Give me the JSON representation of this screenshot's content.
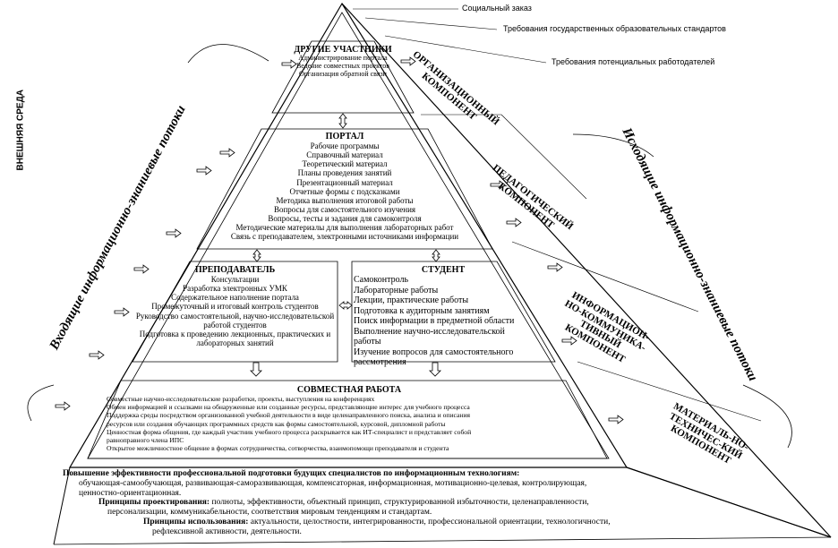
{
  "callouts": {
    "social": "Социальный заказ",
    "state": "Требования государственных образовательных стандартов",
    "employers": "Требования потенциальных работодателей"
  },
  "outer_env": "ВНЕШНЯЯ СРЕДА",
  "incoming": "Входящие информационно-знаниевые потоки",
  "outgoing": "Исходящие информационно-знаниевые потоки",
  "components": {
    "org": "ОРГАНИЗАЦИОННЫЙ КОМПОНЕНТ",
    "ped": "ПЕДАГОГИЧЕСКИЙ КОМПОНЕНТ",
    "info": "ИНФОРМАЦИОН-НО-КОММУНИКА-ТИВНЫЙ КОМПОНЕНТ",
    "mat": "МАТЕРИАЛЬ-НО-ТЕХНИЧЕС-КИЙ КОМПОНЕНТ"
  },
  "other": {
    "title": "ДРУГИЕ УЧАСТНИКИ",
    "items": [
      "Администрирование портала",
      "Ведение совместных проектов",
      "Организация обратной связи"
    ]
  },
  "portal": {
    "title": "ПОРТАЛ",
    "items": [
      "Рабочие программы",
      "Справочный материал",
      "Теоретический материал",
      "Планы проведения занятий",
      "Презентационный материал",
      "Отчетные формы с подсказками",
      "Методика выполнения итоговой работы",
      "Вопросы для самостоятельного изучения",
      "Вопросы, тесты и задания для самоконтроля",
      "Методические материалы для выполнения лабораторных работ",
      "Связь с преподавателем, электронными источниками информации"
    ]
  },
  "teacher": {
    "title": "ПРЕПОДАВАТЕЛЬ",
    "items": [
      "Консультации",
      "Разработка электронных УМК",
      "Содержательное наполнение портала",
      "Промежуточный и итоговый контроль студентов",
      "Руководство самостоятельной, научно-исследовательской работой студентов",
      "Подготовка к проведению лекционных, практических и лабораторных занятий"
    ]
  },
  "student": {
    "title": "СТУДЕНТ",
    "items": [
      "Самоконтроль",
      "Лабораторные работы",
      "Лекции, практические работы",
      "Подготовка к аудиторным занятиям",
      "Поиск информации в предметной области",
      "Выполнение научно-исследовательской работы",
      "Изучение вопросов для самостоятельного рассмотрения"
    ]
  },
  "joint": {
    "title": "СОВМЕСТНАЯ РАБОТА",
    "items": [
      "Совместные научно-исследовательские разработки, проекты, выступления на конференциях",
      "Обмен информацией и ссылками на обнаруженные или созданные ресурсы, представляющие интерес для учебного процесса",
      "Поддержка среды посредством организованной учебной деятельности в виде целенаправленного поиска, анализа и описания",
      "ресурсов или создания обучающих программных средств как формы самостоятельной, курсовой, дипломной работы",
      "Ценностная форма общения, где каждый участник учебного процесса раскрывается как ИТ-специалист и представляет собой",
      "равноправного члена ИПС",
      "Открытое межличностное общение в формах сотрудничества, сотворчества, взаимопомощи преподавателя и студента"
    ]
  },
  "bottom": {
    "goal_title": "Повышение эффективности профессиональной подготовки будущих специалистов по информационным технологиям:",
    "goal_text1": "обучающая-самообучающая, развивающая-саморазвивающая, компенсаторная, информационная, мотивационно-целевая, контролирующая,",
    "goal_text2": "ценностно-ориентационная.",
    "design_title": "Принципы проектирования:",
    "design_text1": "полноты, эффективности, объектный принцип, структурированной избыточности, целенаправленности,",
    "design_text2": "персонализации, коммуникабельности, соответствия мировым тенденциям и стандартам.",
    "use_title": "Принципы использования:",
    "use_text1": "актуальности, целостности, интегрированности, профессиональной ориентации, технологичности,",
    "use_text2": "рефлексивной активности, деятельности."
  }
}
